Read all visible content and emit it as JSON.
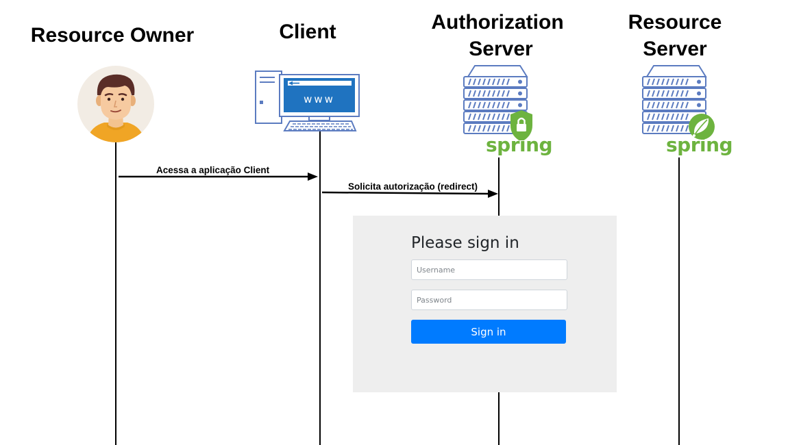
{
  "actors": {
    "resource_owner": {
      "title": "Resource Owner"
    },
    "client": {
      "title": "Client",
      "screen_text": "www"
    },
    "authorization_server": {
      "title_line1": "Authorization",
      "title_line2": "Server",
      "logo_text": "spring"
    },
    "resource_server": {
      "title_line1": "Resource",
      "title_line2": "Server",
      "logo_text": "spring"
    }
  },
  "messages": [
    {
      "label": "Acessa a aplicação Client",
      "from": "Resource Owner",
      "to": "Client"
    },
    {
      "label": "Solicita autorização (redirect)",
      "from": "Client",
      "to": "Authorization Server"
    }
  ],
  "login_form": {
    "title": "Please sign in",
    "username_placeholder": "Username",
    "password_placeholder": "Password",
    "submit_label": "Sign in"
  },
  "colors": {
    "spring_green": "#6db33f",
    "server_blue": "#5b7bc0",
    "button_blue": "#007bff",
    "panel_gray": "#eeeeee"
  },
  "icons": {
    "resource_owner": "person-avatar-icon",
    "client": "desktop-computer-icon",
    "authorization_server": "server-with-lock-icon",
    "resource_server": "server-with-spring-leaf-icon"
  }
}
